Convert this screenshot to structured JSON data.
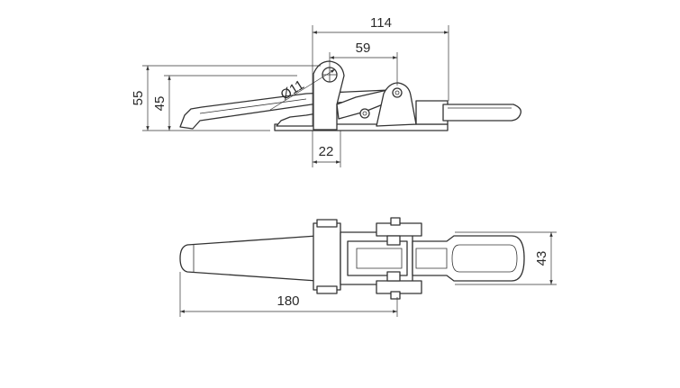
{
  "dimensions": {
    "side_view": {
      "overall_length": "114",
      "hole_to_end": "59",
      "hole_diameter": "Ø11",
      "total_height": "55",
      "pivot_height": "45",
      "base_offset": "22"
    },
    "top_view": {
      "total_length": "180",
      "width": "43"
    }
  },
  "colors": {
    "line": "#333333",
    "background": "#ffffff"
  }
}
